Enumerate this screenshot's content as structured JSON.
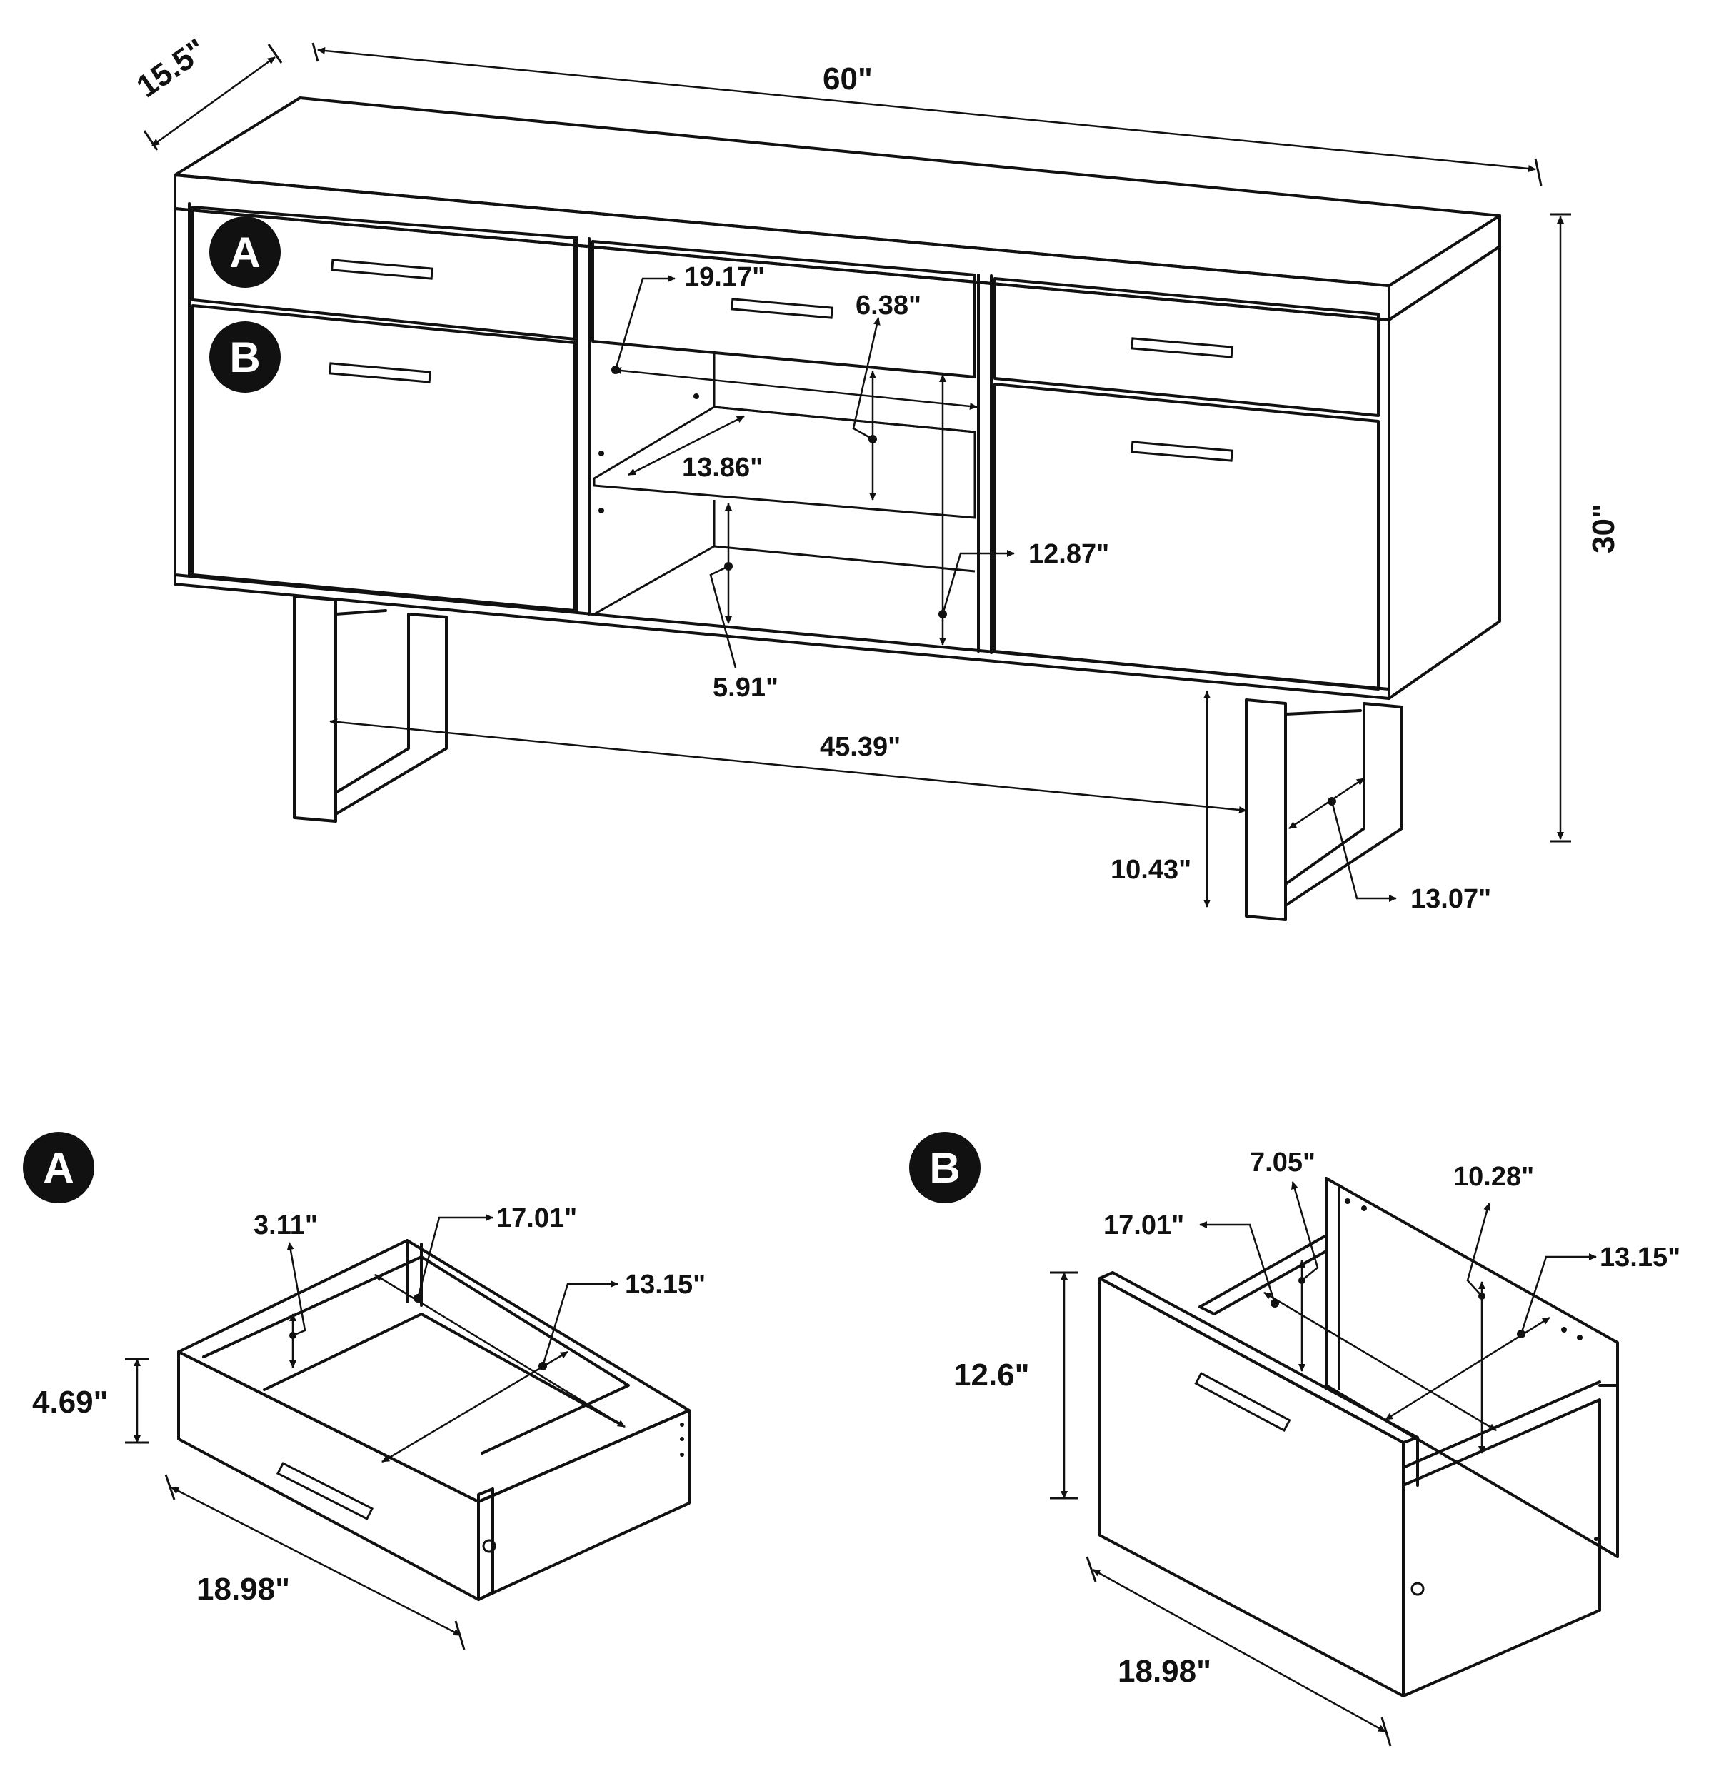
{
  "sideboard": {
    "depth": "15.5\"",
    "width": "60\"",
    "height": "30\"",
    "labels": {
      "top_drawer_left": "A",
      "door_left": "B"
    },
    "dims": {
      "center_drawer_width": "19.17\"",
      "center_drawer_height": "6.38\"",
      "shelf_depth": "13.86\"",
      "open_height": "12.87\"",
      "bottom_gap": "5.91\"",
      "leg_span": "45.39\"",
      "leg_height": "10.43\"",
      "leg_depth": "13.07\""
    }
  },
  "drawer_a": {
    "label": "A",
    "depth": "3.11\"",
    "inner_width": "17.01\"",
    "inner_depth": "13.15\"",
    "height": "4.69\"",
    "width": "18.98\""
  },
  "drawer_b": {
    "label": "B",
    "inner_height": "7.05\"",
    "back_height": "10.28\"",
    "inner_width": "17.01\"",
    "inner_depth": "13.15\"",
    "height": "12.6\"",
    "width": "18.98\""
  },
  "arrow_marker": "arrowhead"
}
